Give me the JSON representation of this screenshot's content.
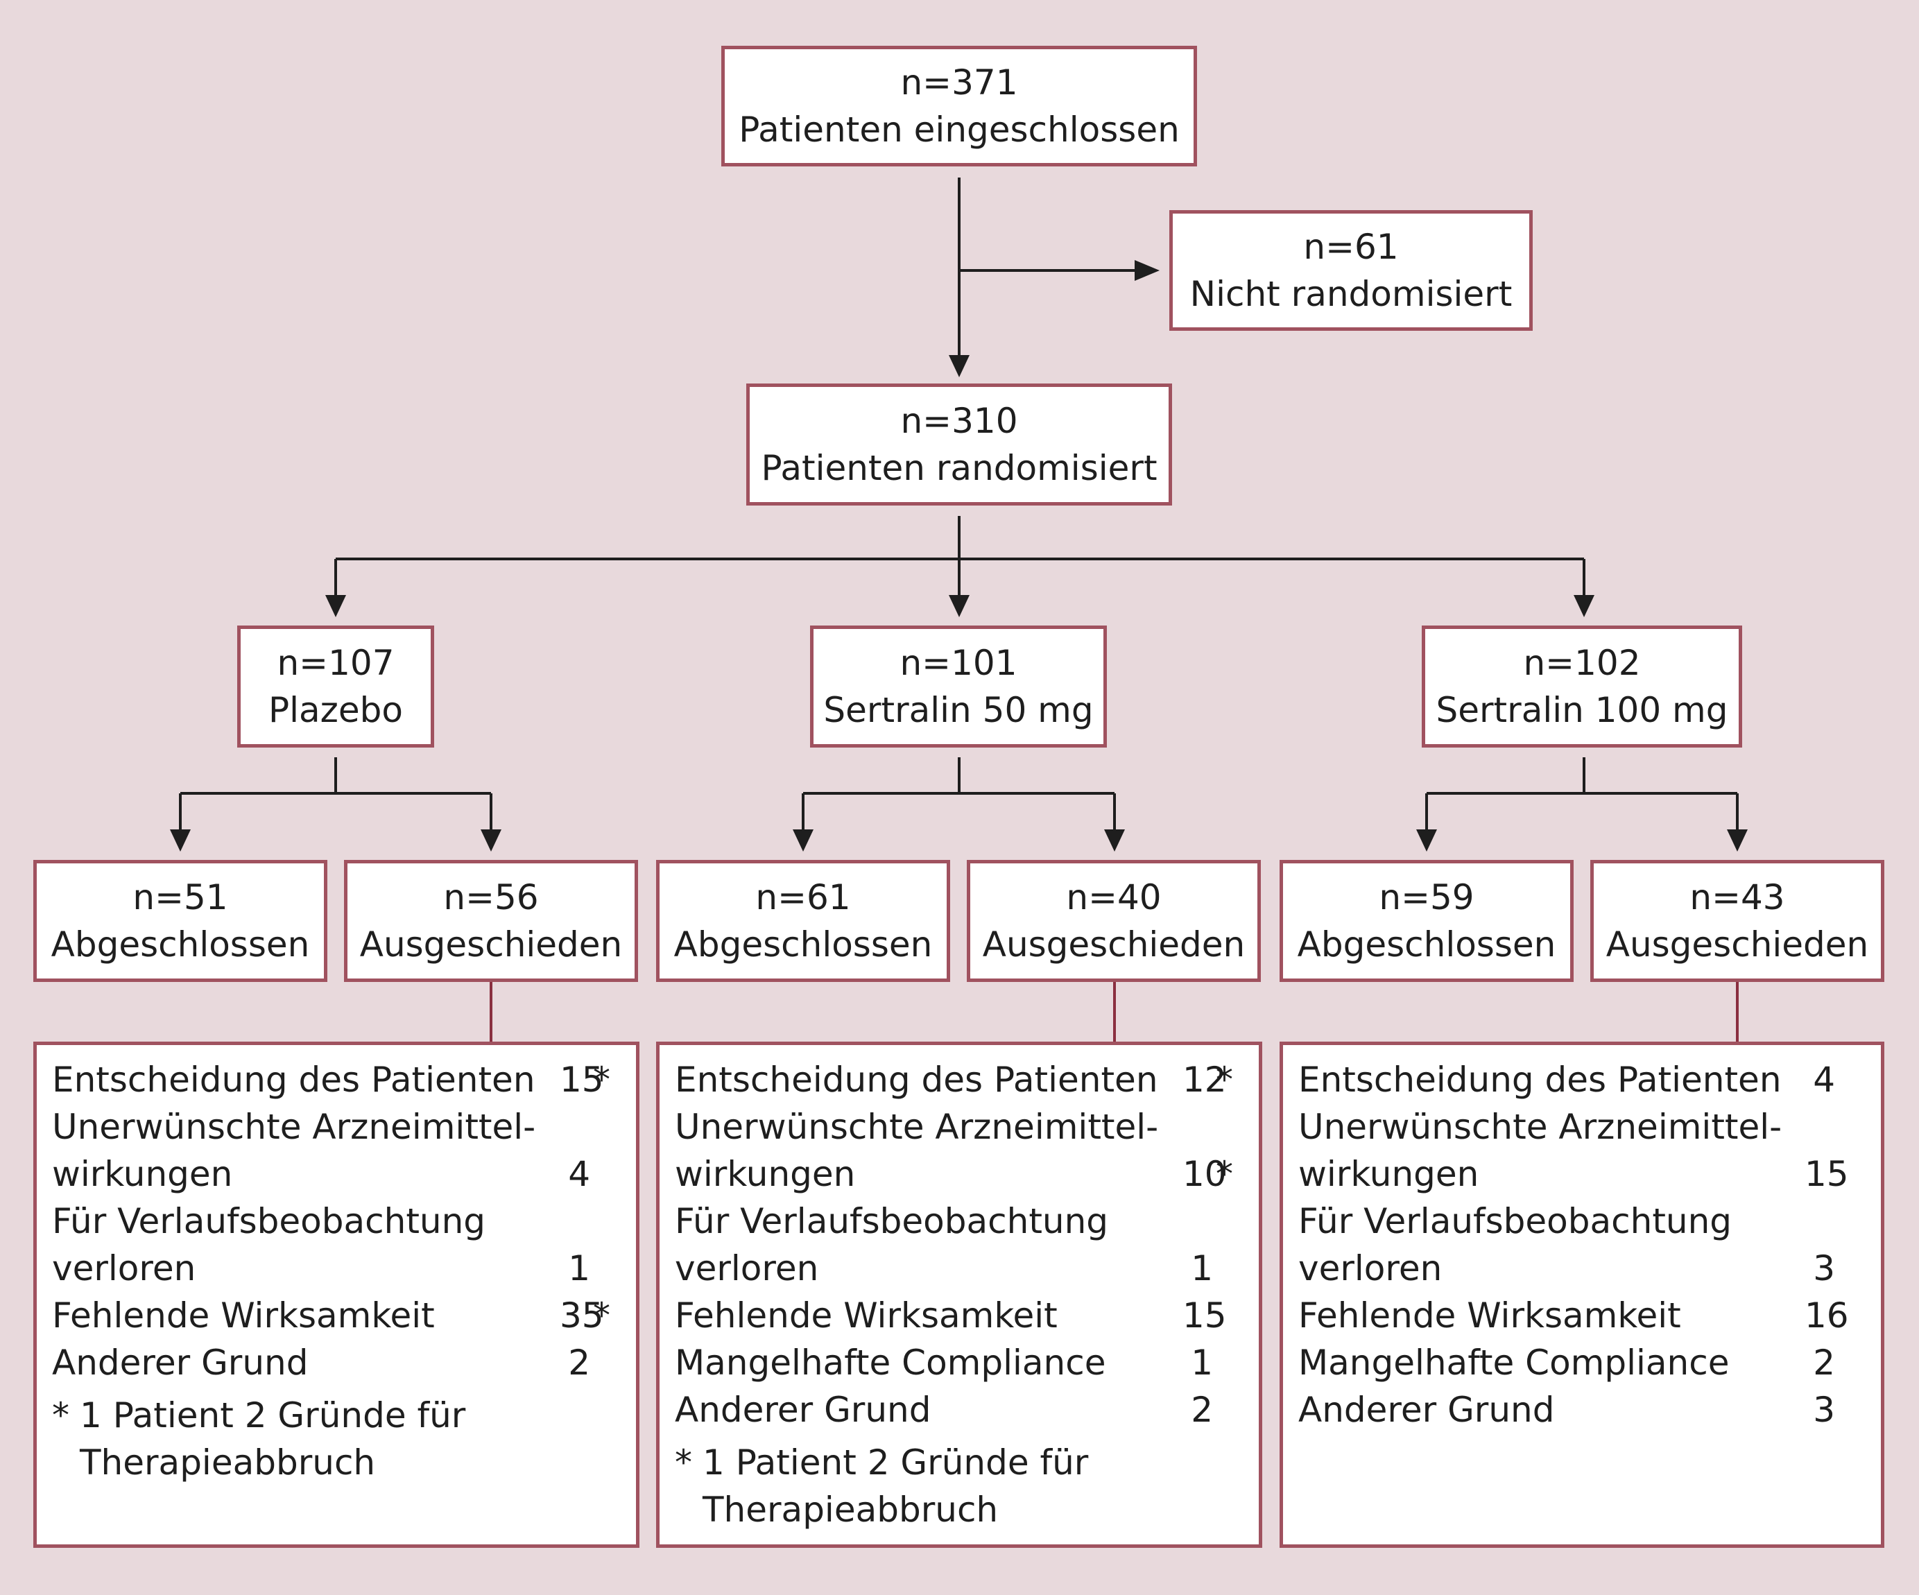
{
  "top": {
    "n": "n=371",
    "label": "Patienten eingeschlossen"
  },
  "excluded": {
    "n": "n=61",
    "label": "Nicht randomisiert"
  },
  "randomized": {
    "n": "n=310",
    "label": "Patienten randomisiert"
  },
  "arms": [
    {
      "n": "n=107",
      "label": "Plazebo",
      "completed": {
        "n": "n=51",
        "label": "Abgeschlossen"
      },
      "dropped": {
        "n": "n=56",
        "label": "Ausgeschieden"
      },
      "reasons": [
        {
          "label": "Entscheidung des Patienten",
          "value": "15",
          "mark": "*"
        },
        {
          "label": "Unerwünschte Arzneimittel-",
          "value": "",
          "mark": ""
        },
        {
          "label": "wirkungen",
          "value": "4",
          "mark": ""
        },
        {
          "label": "Für Verlaufsbeobachtung",
          "value": "",
          "mark": ""
        },
        {
          "label": "verloren",
          "value": "1",
          "mark": ""
        },
        {
          "label": "Fehlende Wirksamkeit",
          "value": "35",
          "mark": "*"
        },
        {
          "label": "Anderer Grund",
          "value": "2",
          "mark": ""
        }
      ],
      "footnote": {
        "mark": "*",
        "text": "1 Patient 2 Gründe für\nTherapieabbruch"
      }
    },
    {
      "n": "n=101",
      "label": "Sertralin 50 mg",
      "completed": {
        "n": "n=61",
        "label": "Abgeschlossen"
      },
      "dropped": {
        "n": "n=40",
        "label": "Ausgeschieden"
      },
      "reasons": [
        {
          "label": "Entscheidung des Patienten",
          "value": "12",
          "mark": "*"
        },
        {
          "label": "Unerwünschte Arzneimittel-",
          "value": "",
          "mark": ""
        },
        {
          "label": "wirkungen",
          "value": "10",
          "mark": "*"
        },
        {
          "label": "Für Verlaufsbeobachtung",
          "value": "",
          "mark": ""
        },
        {
          "label": "verloren",
          "value": "1",
          "mark": ""
        },
        {
          "label": "Fehlende Wirksamkeit",
          "value": "15",
          "mark": ""
        },
        {
          "label": "Mangelhafte Compliance",
          "value": "1",
          "mark": ""
        },
        {
          "label": "Anderer Grund",
          "value": "2",
          "mark": ""
        }
      ],
      "footnote": {
        "mark": "*",
        "text": "1 Patient 2 Gründe für\nTherapieabbruch"
      }
    },
    {
      "n": "n=102",
      "label": "Sertralin 100 mg",
      "completed": {
        "n": "n=59",
        "label": "Abgeschlossen"
      },
      "dropped": {
        "n": "n=43",
        "label": "Ausgeschieden"
      },
      "reasons": [
        {
          "label": "Entscheidung des Patienten",
          "value": "4",
          "mark": ""
        },
        {
          "label": "Unerwünschte Arzneimittel-",
          "value": "",
          "mark": ""
        },
        {
          "label": "wirkungen",
          "value": "15",
          "mark": ""
        },
        {
          "label": "Für Verlaufsbeobachtung",
          "value": "",
          "mark": ""
        },
        {
          "label": "verloren",
          "value": "3",
          "mark": ""
        },
        {
          "label": "Fehlende Wirksamkeit",
          "value": "16",
          "mark": ""
        },
        {
          "label": "Mangelhafte Compliance",
          "value": "2",
          "mark": ""
        },
        {
          "label": "Anderer Grund",
          "value": "3",
          "mark": ""
        }
      ]
    }
  ]
}
